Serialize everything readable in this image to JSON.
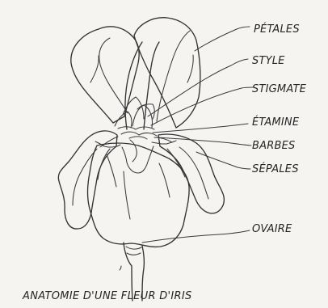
{
  "labels": {
    "petales": "PÉTALES",
    "style": "STYLE",
    "stigmate": "STIGMATE",
    "etamine": "ÉTAMINE",
    "barbes": "BARBES",
    "sepales": "SÉPALES",
    "ovaire": "OVAIRE"
  },
  "caption": "ANATOMIE D'UNE FLEUR D'IRIS"
}
